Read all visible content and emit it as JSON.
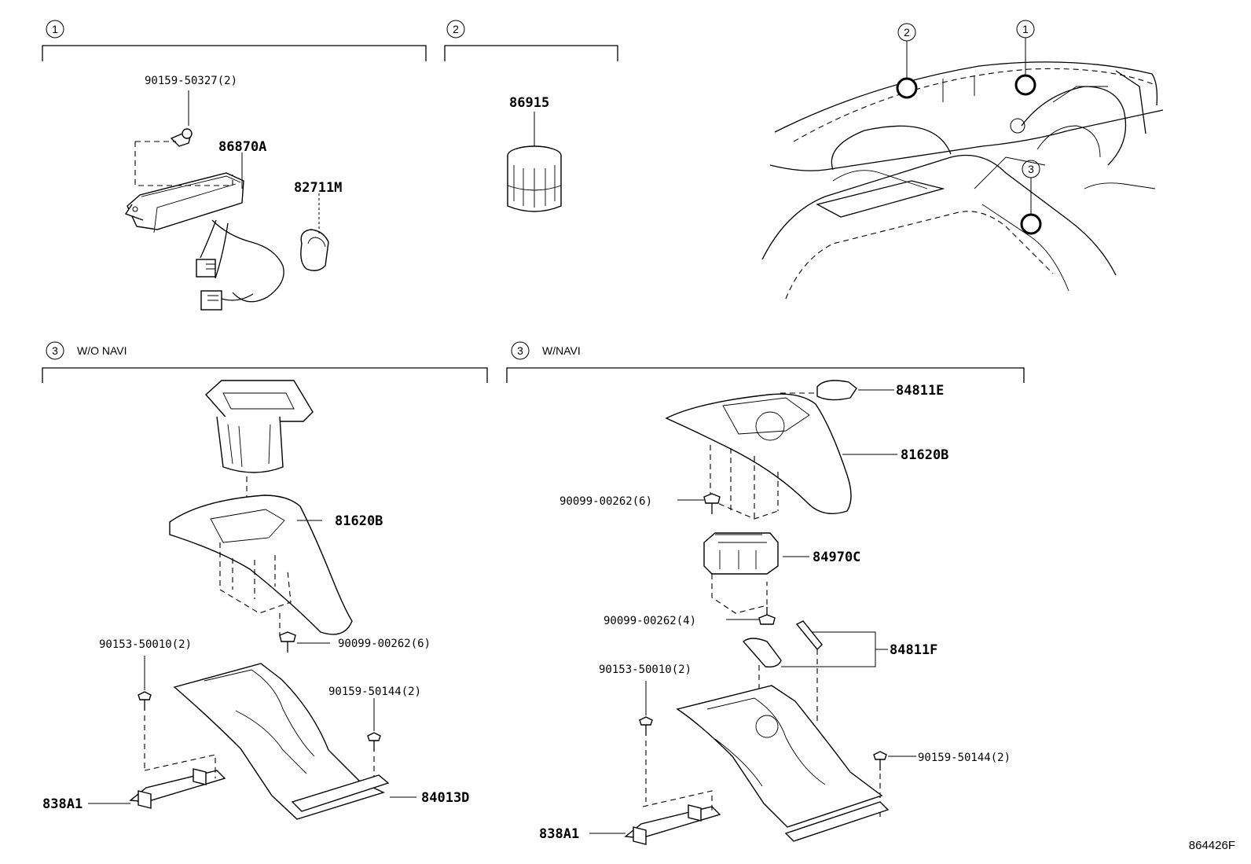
{
  "sections": [
    {
      "num": "1",
      "label": ""
    },
    {
      "num": "2",
      "label": ""
    },
    {
      "num": "3",
      "label": "W/O NAVI"
    },
    {
      "num": "3",
      "label": "W/NAVI"
    }
  ],
  "locator_markers": [
    "2",
    "1",
    "3"
  ],
  "parts": {
    "p_90159_50327": "90159-50327(2)",
    "p_86870A": "86870A",
    "p_82711M": "82711M",
    "p_86915": "86915",
    "a_81620B": "81620B",
    "a_90099_00262": "90099-00262(6)",
    "a_90153_50010": "90153-50010(2)",
    "a_90159_50144": "90159-50144(2)",
    "a_838A1": "838A1",
    "a_84013D": "84013D",
    "b_84811E": "84811E",
    "b_81620B": "81620B",
    "b_90099_00262_6": "90099-00262(6)",
    "b_84970C": "84970C",
    "b_90099_00262_4": "90099-00262(4)",
    "b_84811F": "84811F",
    "b_90153_50010": "90153-50010(2)",
    "b_90159_50144": "90159-50144(2)",
    "b_838A1": "838A1"
  },
  "diagram_code": "864426F"
}
